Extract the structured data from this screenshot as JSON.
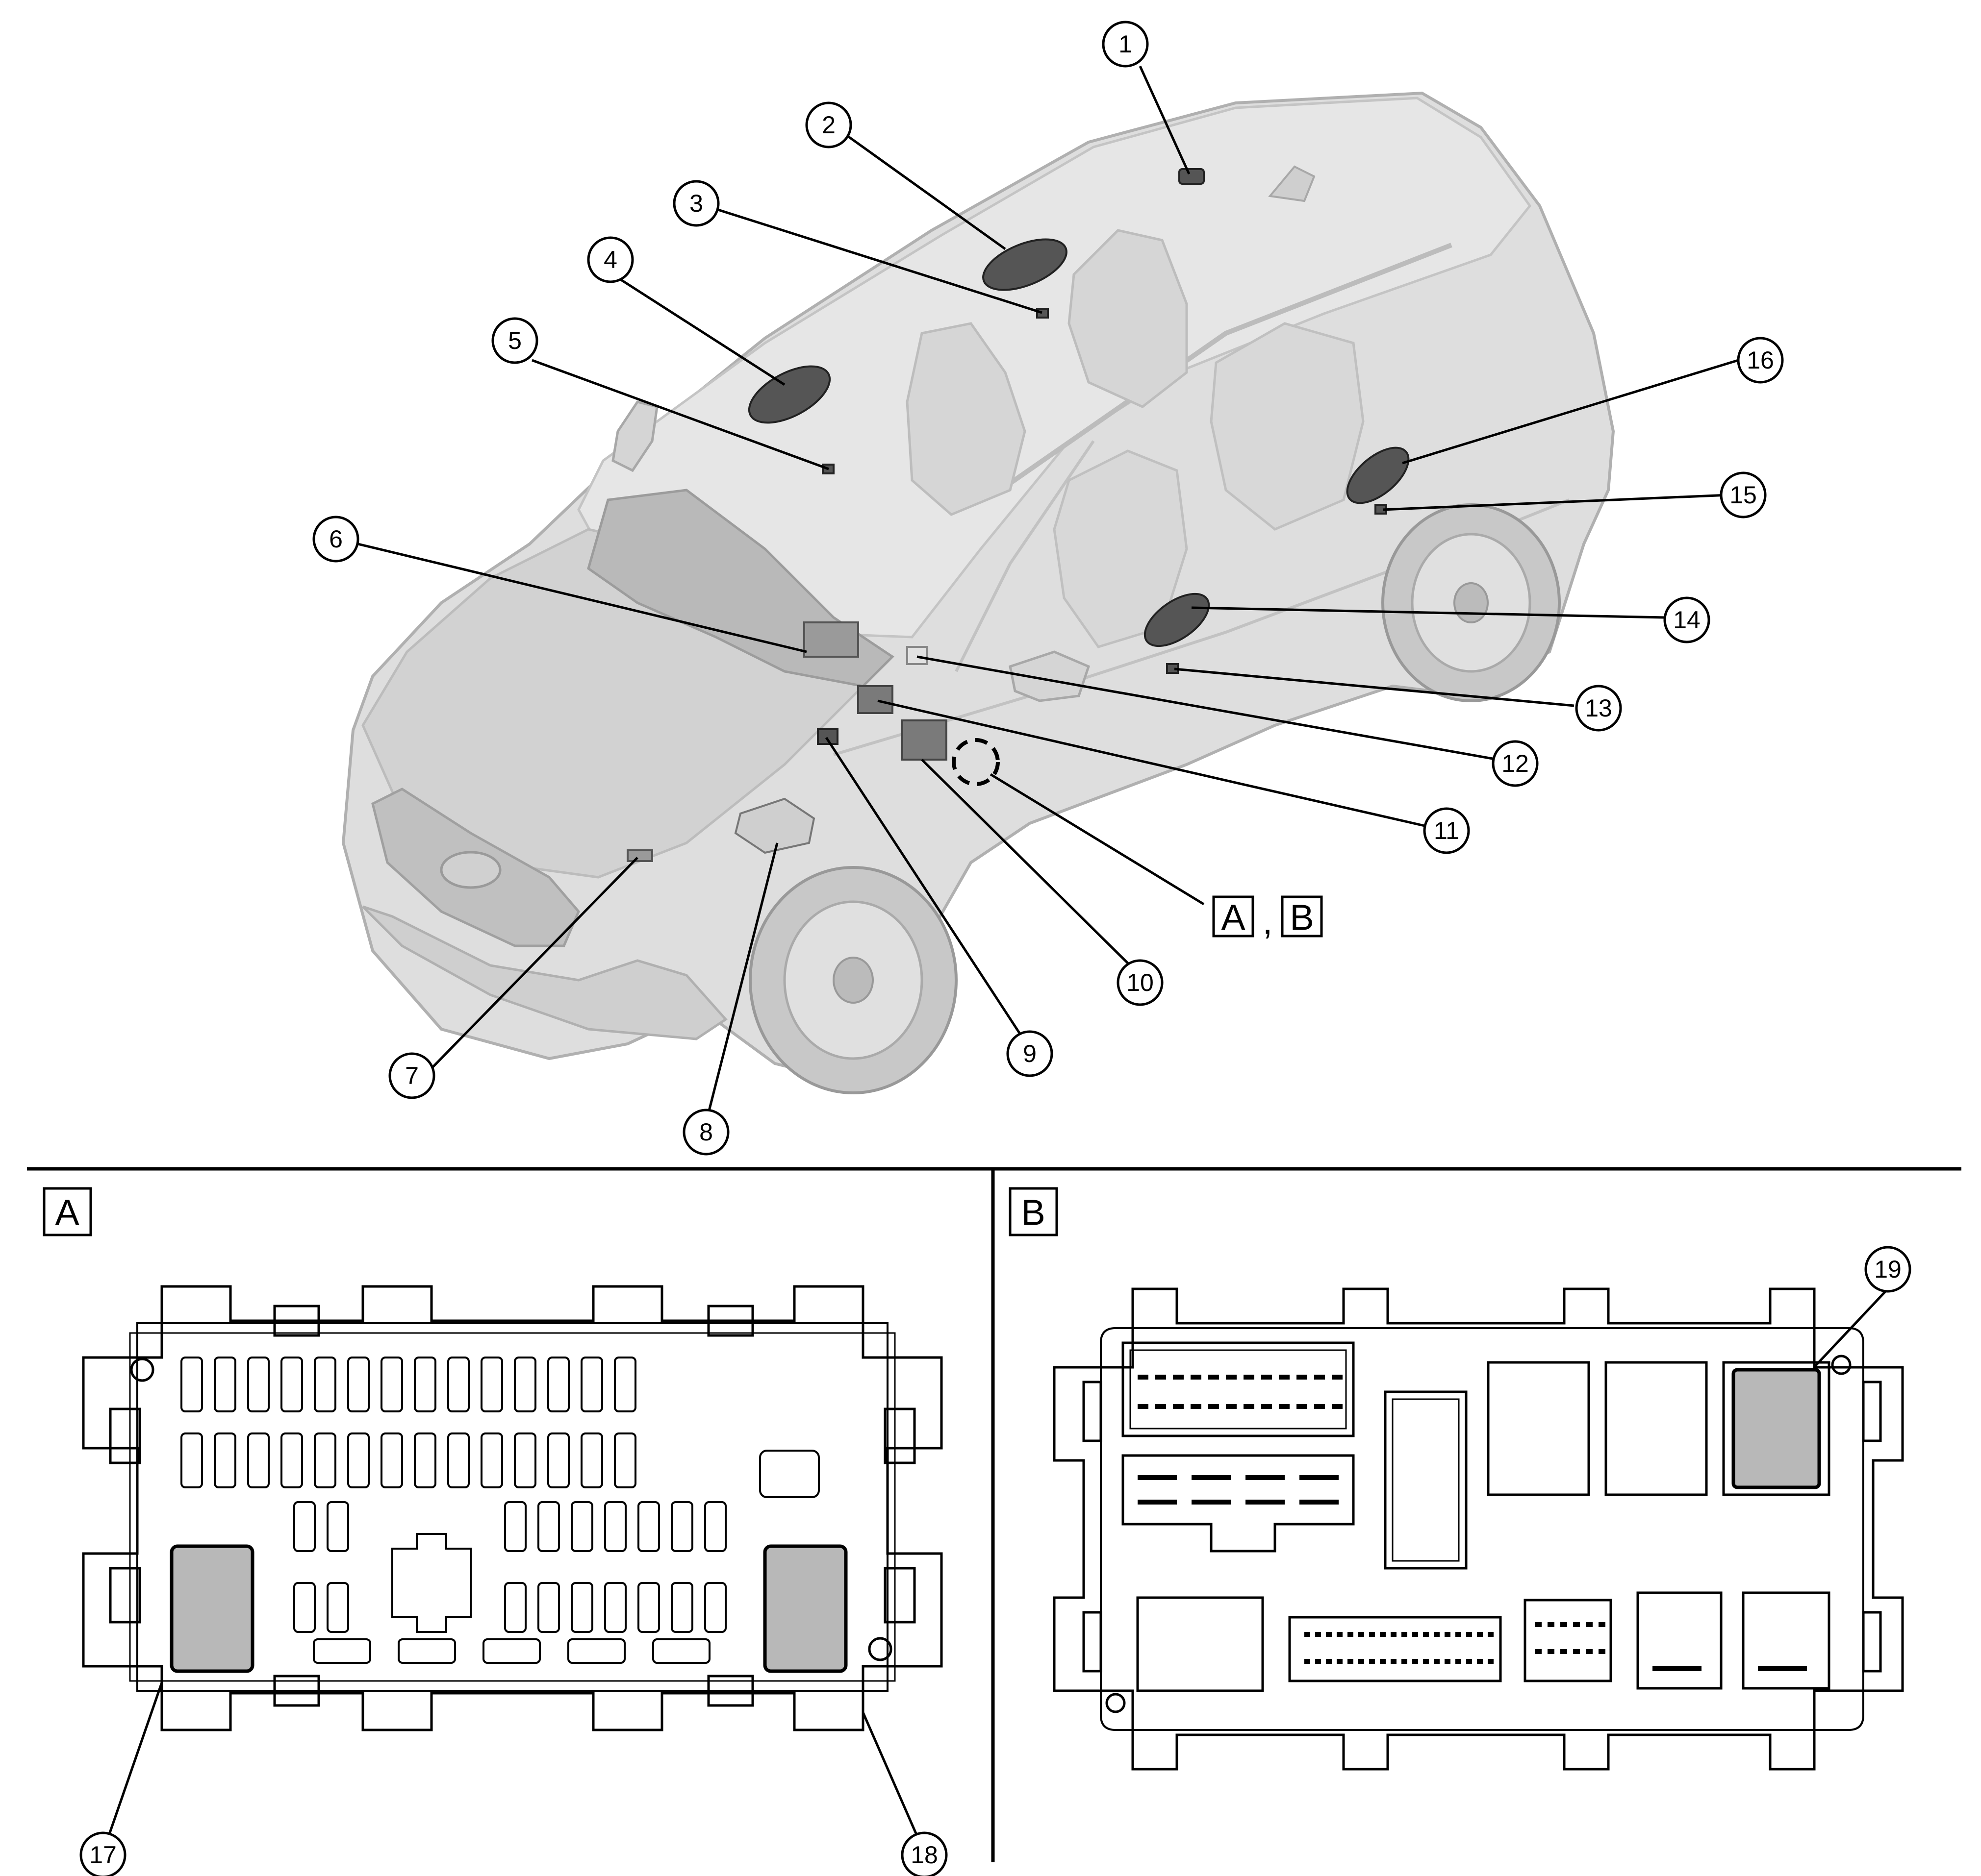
{
  "callouts": {
    "c1": "1",
    "c2": "2",
    "c3": "3",
    "c4": "4",
    "c5": "5",
    "c6": "6",
    "c7": "7",
    "c8": "8",
    "c9": "9",
    "c10": "10",
    "c11": "11",
    "c12": "12",
    "c13": "13",
    "c14": "14",
    "c15": "15",
    "c16": "16",
    "c17": "17",
    "c18": "18",
    "c19": "19"
  },
  "views": {
    "ref_a": "A",
    "ref_sep": ",",
    "ref_b": "B",
    "panel_a_label": "A",
    "panel_b_label": "B"
  },
  "colors": {
    "line": "#000000",
    "vehicle_fill": "#d9d9d9",
    "vehicle_stroke": "#b3b3b3",
    "highlight_fill": "#b8b8b8",
    "component_fill": "#555555"
  }
}
